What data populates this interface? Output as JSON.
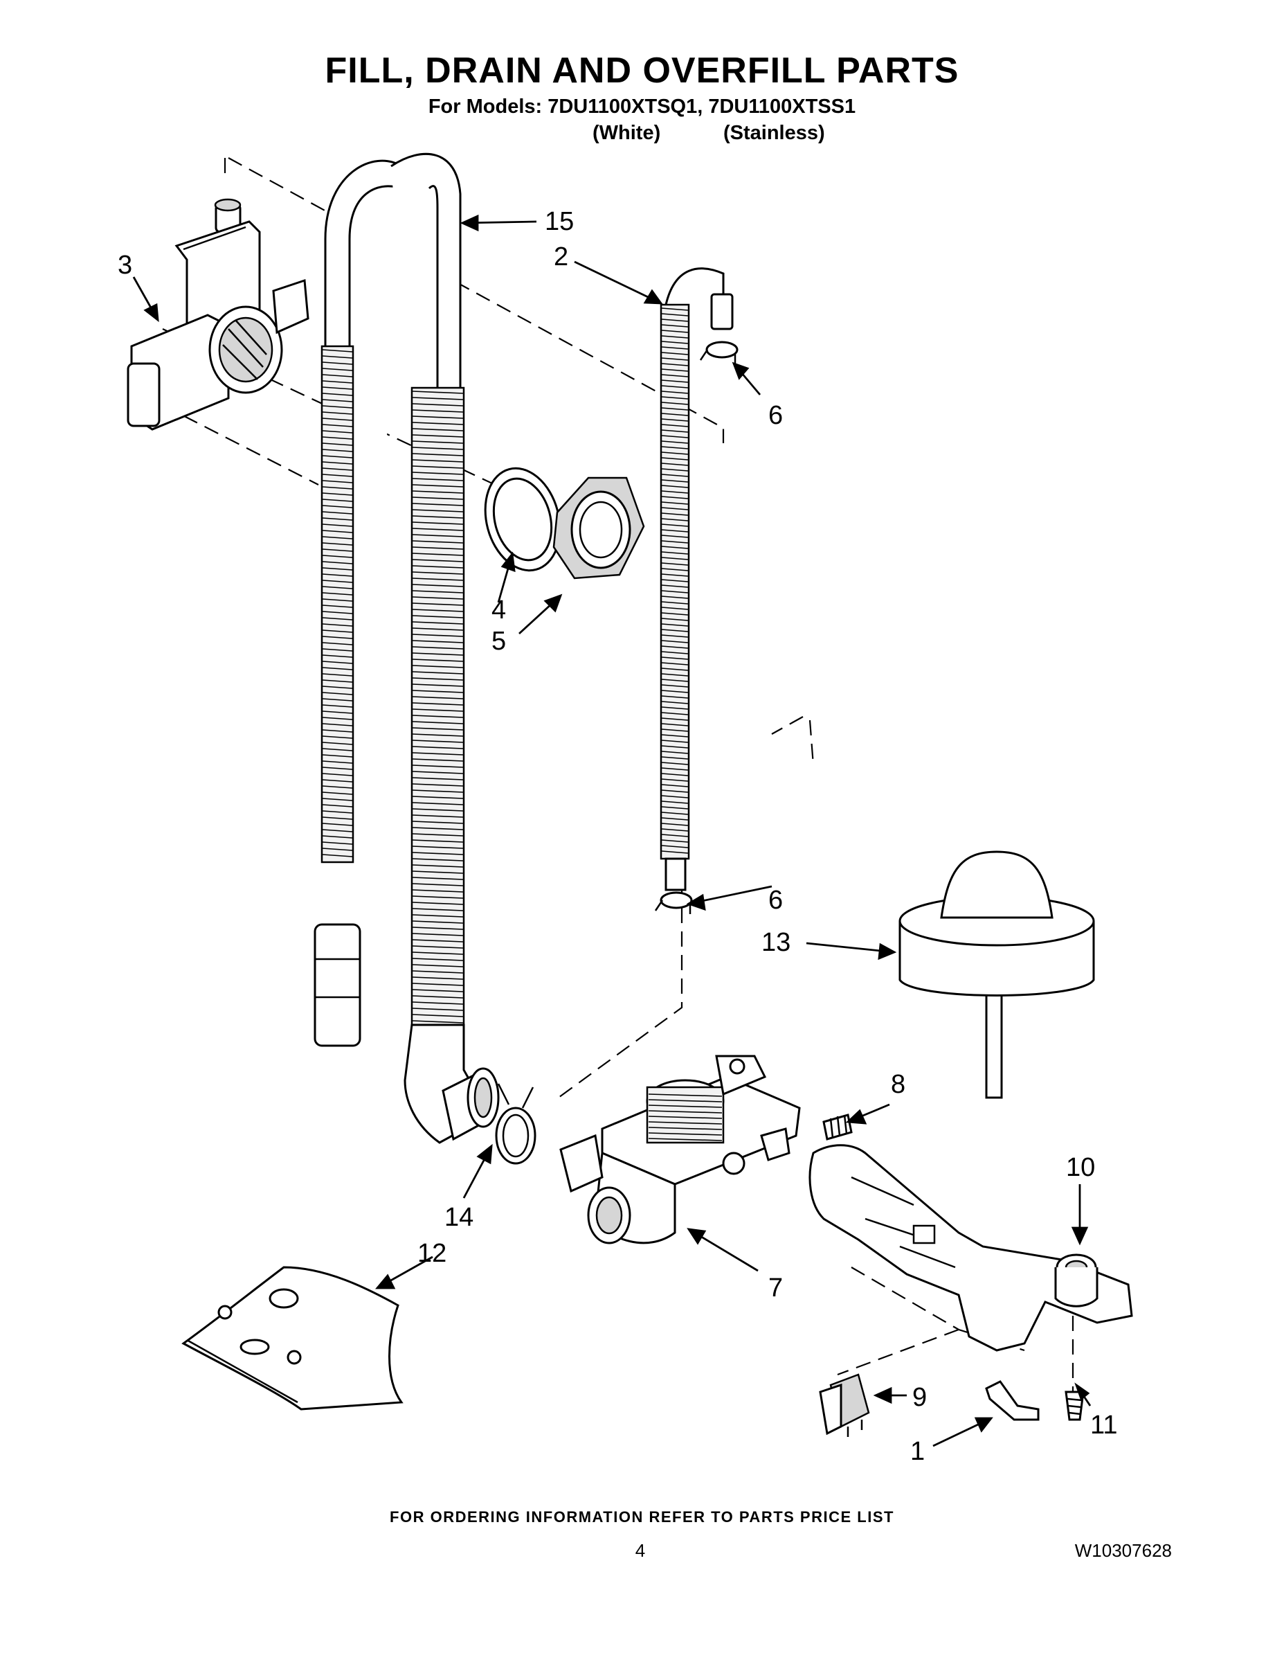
{
  "header": {
    "title": "FILL, DRAIN AND OVERFILL PARTS",
    "models_line": "For Models: 7DU1100XTSQ1, 7DU1100XTSS1",
    "variant_white": "(White)",
    "variant_stainless": "(Stainless)"
  },
  "callouts": [
    "1",
    "2",
    "3",
    "4",
    "5",
    "6",
    "6",
    "7",
    "8",
    "9",
    "10",
    "11",
    "12",
    "13",
    "14",
    "15"
  ],
  "footer": {
    "note": "FOR ORDERING INFORMATION REFER TO PARTS PRICE LIST",
    "page_number": "4",
    "doc_number": "W10307628"
  }
}
